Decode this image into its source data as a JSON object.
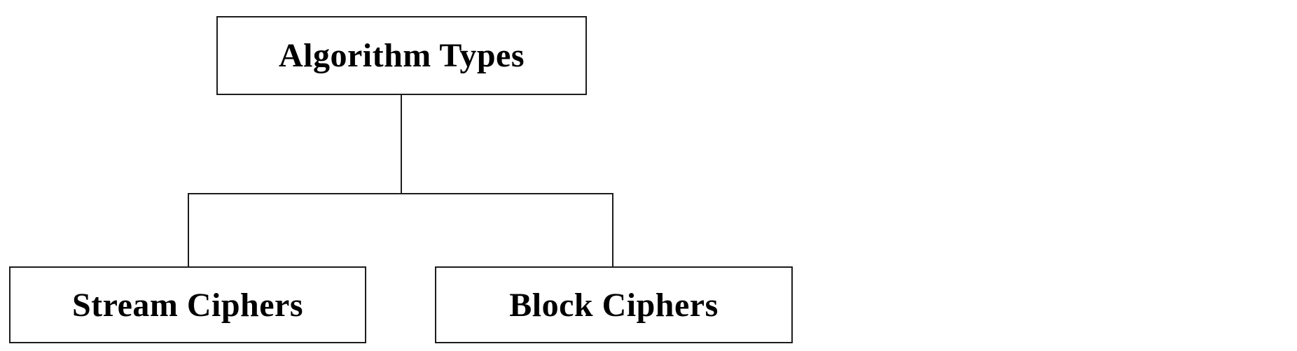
{
  "diagram": {
    "type": "tree",
    "root": {
      "label": "Algorithm Types",
      "children": [
        {
          "label": "Stream Ciphers"
        },
        {
          "label": "Block Ciphers"
        }
      ]
    },
    "colors": {
      "line": "#1d1d1d",
      "text": "#000000",
      "background": "#ffffff"
    }
  }
}
